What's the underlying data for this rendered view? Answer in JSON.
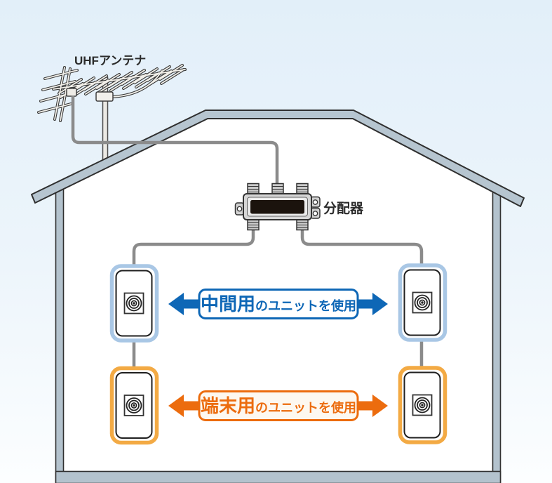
{
  "labels": {
    "antenna": "UHFアンテナ",
    "splitter": "分配器",
    "middle_main": "中間用",
    "middle_rest": "のユニットを使用",
    "terminal_main": "端末用",
    "terminal_rest": "のユニットを使用"
  },
  "colors": {
    "blue": "#0e67b6",
    "orange": "#ec6c0e",
    "outlet_blue": "#a9c7e5",
    "outlet_orange": "#f3aa44",
    "middle_box_fill": "#ffffff",
    "terminal_box_fill": "#fdf8f0",
    "cable": "#8b8b8b",
    "structure": "#b6c5d0",
    "background_top": "#e2eff9",
    "background_bottom": "#fcfeff"
  }
}
